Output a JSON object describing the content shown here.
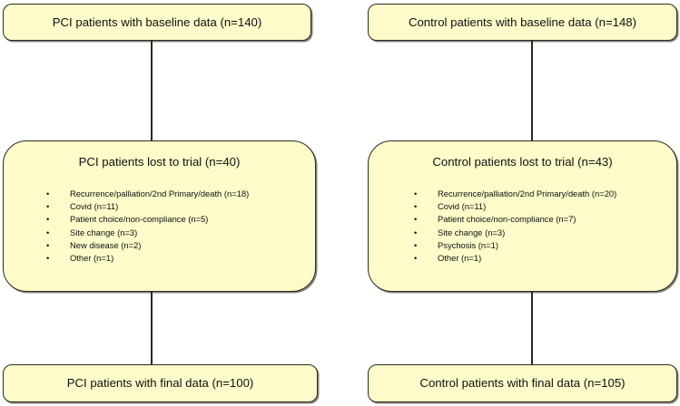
{
  "diagram": {
    "type": "consort-flow-diagram",
    "colors": {
      "node_fill": "#fcfbc9",
      "node_border": "#2b2b20",
      "connector": "#2b2b20",
      "background": "#ffffff",
      "text": "#111111"
    },
    "arms": {
      "pci": {
        "baseline": {
          "label": "PCI patients with baseline data  (n=140)",
          "n": 140
        },
        "lost": {
          "title": "PCI patients lost to trial (n=40)",
          "n": 40,
          "reasons": [
            {
              "bullet": "•",
              "label": "Recurrence/palliation/2nd Primary/death (n=18)",
              "n": 18
            },
            {
              "bullet": "•",
              "label": "Covid (n=11)",
              "n": 11
            },
            {
              "bullet": "•",
              "label": "Patient choice/non-compliance (n=5)",
              "n": 5
            },
            {
              "bullet": "•",
              "label": "Site change (n=3)",
              "n": 3
            },
            {
              "bullet": "•",
              "label": "New disease (n=2)",
              "n": 2
            },
            {
              "bullet": "•",
              "label": "Other (n=1)",
              "n": 1
            }
          ]
        },
        "final": {
          "label": "PCI patients with final data  (n=100)",
          "n": 100
        }
      },
      "control": {
        "baseline": {
          "label": "Control patients with baseline data  (n=148)",
          "n": 148
        },
        "lost": {
          "title": "Control  patients lost to trial (n=43)",
          "n": 43,
          "reasons": [
            {
              "bullet": "•",
              "label": "Recurrence/palliation/2nd Primary/death (n=20)",
              "n": 20
            },
            {
              "bullet": "•",
              "label": "Covid (n=11)",
              "n": 11
            },
            {
              "bullet": "•",
              "label": "Patient choice/non-compliance (n=7)",
              "n": 7
            },
            {
              "bullet": "•",
              "label": "Site change (n=3)",
              "n": 3
            },
            {
              "bullet": "•",
              "label": "Psychosis (n=1)",
              "n": 1
            },
            {
              "bullet": "•",
              "label": "Other  (n=1)",
              "n": 1
            }
          ]
        },
        "final": {
          "label": "Control patients with final data  (n=105)",
          "n": 105
        }
      }
    }
  }
}
